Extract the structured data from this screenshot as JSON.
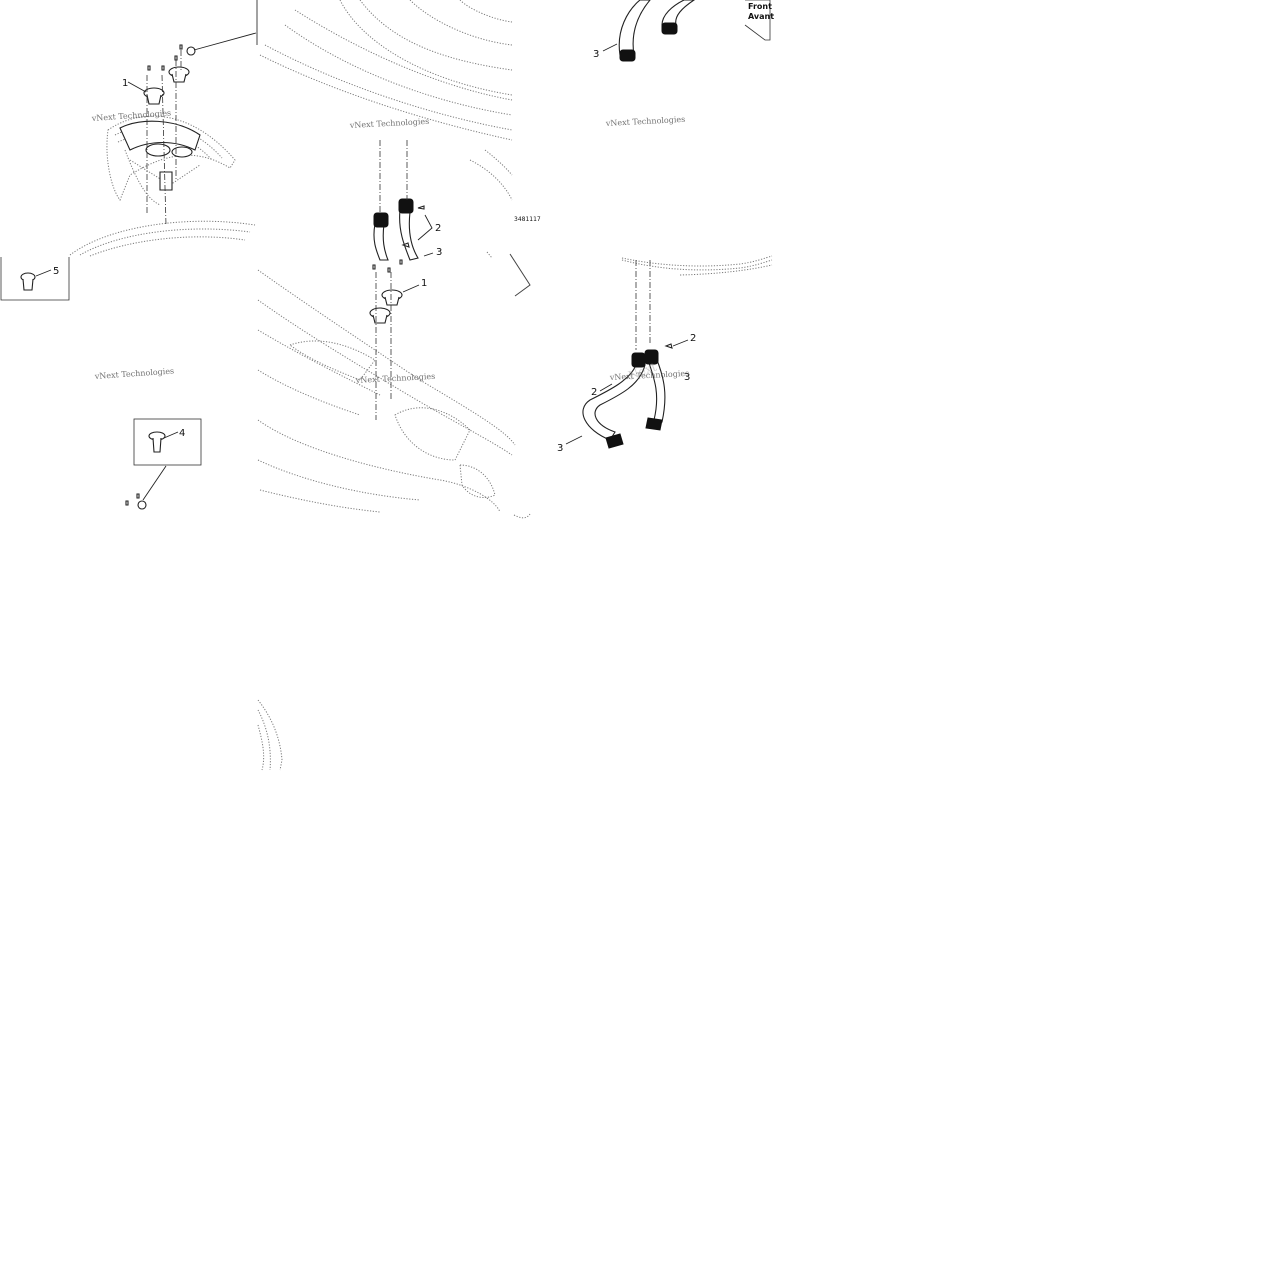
{
  "callouts": {
    "t1_1": "1",
    "t2_2": "2",
    "t2_3": "3",
    "t2_1": "1",
    "t3_3": "3",
    "t4_5": "5",
    "t5_4": "4",
    "t6_2a": "2",
    "t6_2b": "2",
    "t6_3a": "3",
    "t6_3b": "3"
  },
  "drawing_code": "3481117",
  "front_label": {
    "line1": "Front",
    "line2": "Avant"
  },
  "watermark": "vNext Technologies",
  "watermark_alt": "Next"
}
